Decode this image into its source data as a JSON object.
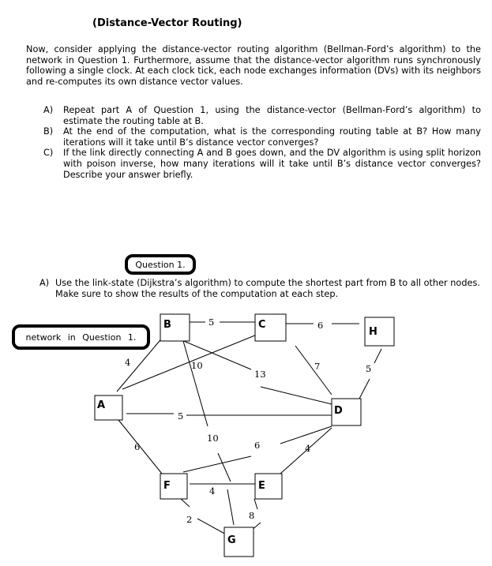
{
  "title": "(Distance-Vector Routing)",
  "intro": "Now, consider applying the distance-vector routing algorithm (Bellman-Ford’s algorithm) to the network in Question 1. Furthermore, assume that the distance-vector algorithm runs synchronously following a single clock. At each clock tick, each node exchanges information (DVs) with its neighbors and re-computes its own distance vector values.",
  "questions": [
    {
      "label": "A)",
      "text": "Repeat part A of Question 1, using the distance-vector (Bellman-Ford’s algorithm) to estimate the routing table at B."
    },
    {
      "label": "B)",
      "text": "At the end of the computation, what is the corresponding routing table at B? How many iterations will it take until B’s distance vector converges?"
    },
    {
      "label": "C)",
      "text": "If the link directly connecting A and B goes down, and the DV algorithm is using split horizon with poison inverse, how many iterations will it take until B’s distance vector converges? Describe your answer briefly."
    }
  ],
  "callout_question": "Question 1.",
  "question1_part": {
    "label": "A)",
    "text": "Use the link-state (Dijkstra’s algorithm) to compute the shortest part from B to all other nodes. Make sure to show the results of the computation at each step."
  },
  "callout_network": "network in Question 1.",
  "graph": {
    "nodes": {
      "A": "A",
      "B": "B",
      "C": "C",
      "D": "D",
      "E": "E",
      "F": "F",
      "G": "G",
      "H": "H"
    },
    "edges": {
      "BC": "5",
      "CH": "6",
      "AB": "4",
      "AC": "10",
      "BD": "13",
      "CD": "7",
      "HD": "5",
      "AD": "5",
      "AF": "6",
      "BG": "10",
      "FD": "6",
      "ED": "4",
      "FE": "4",
      "FG": "2",
      "EG": "8"
    }
  }
}
